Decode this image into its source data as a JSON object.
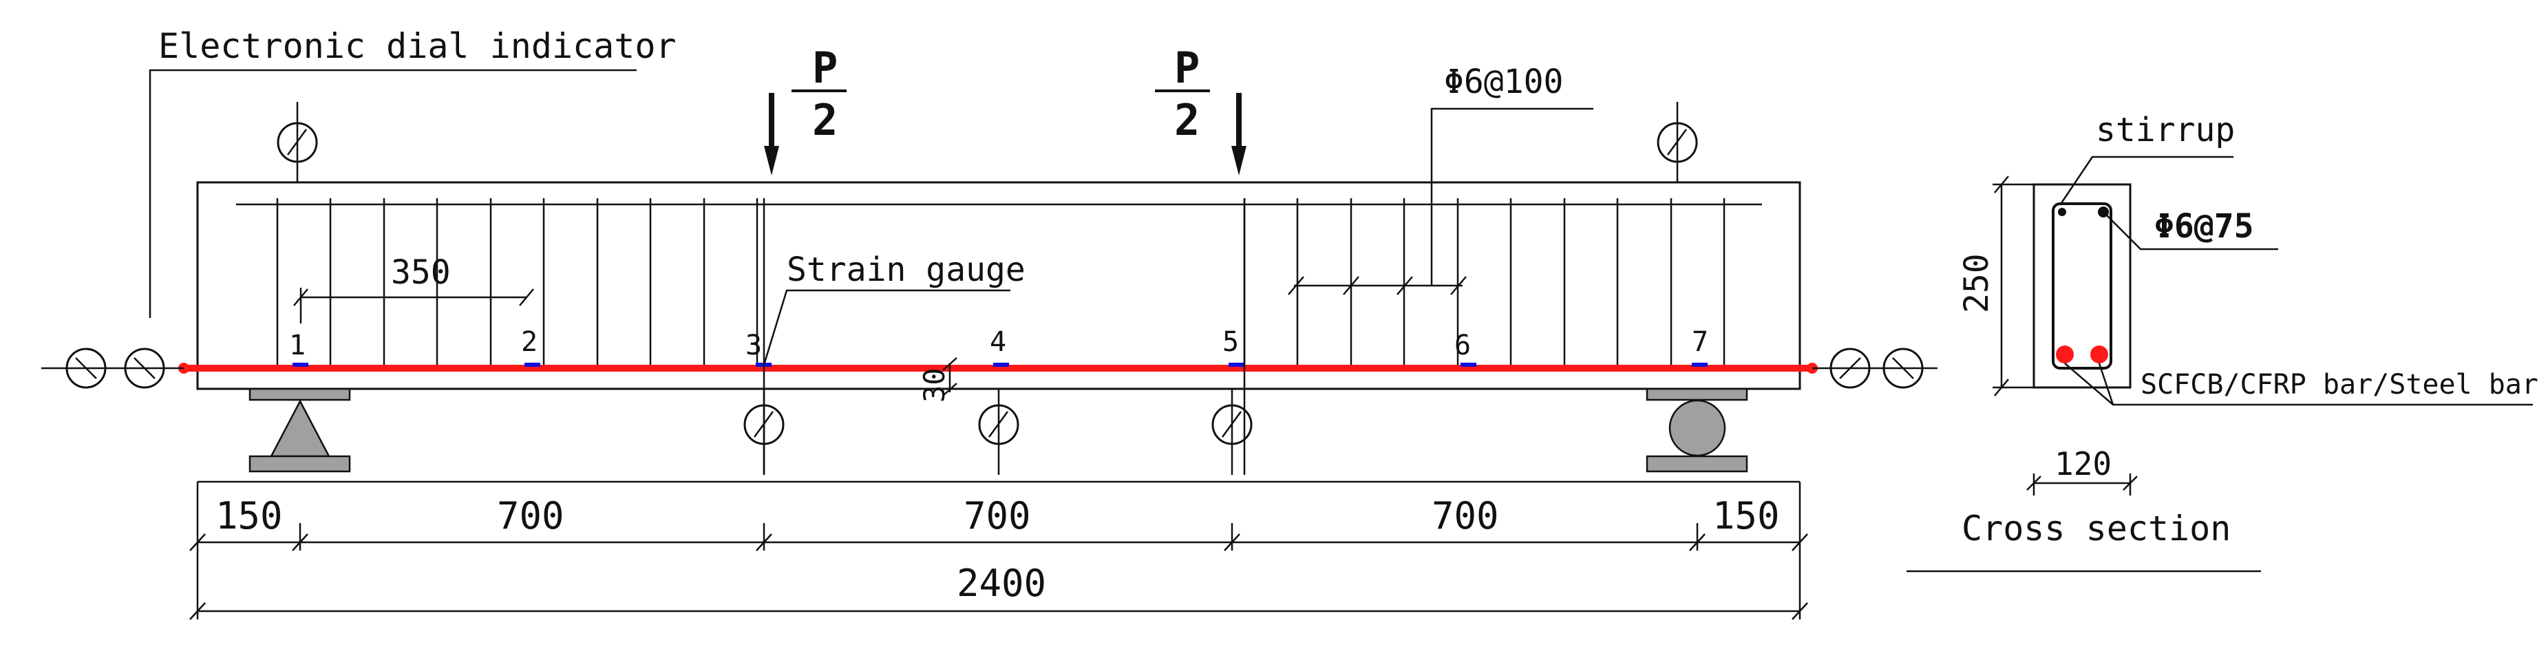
{
  "labels": {
    "dial_indicator": "Electronic dial indicator",
    "load_num": "P",
    "load_den": "2",
    "stirrup_spec_beam": "Φ6@100",
    "strain_gauge": "Strain gauge",
    "gauge_spacing": "350",
    "cover": "30",
    "stirrup": "stirrup",
    "stirrup_spec_section": "Φ6@75",
    "bar_types": "SCFCB/CFRP bar/Steel bar",
    "section_height": "250",
    "section_width": "120",
    "cross_section": "Cross section"
  },
  "gauges": [
    "1",
    "2",
    "3",
    "4",
    "5",
    "6",
    "7"
  ],
  "dimensions": {
    "segments": [
      "150",
      "700",
      "700",
      "700",
      "150"
    ],
    "total": "2400"
  },
  "colors": {
    "line": "#111111",
    "rebar": "#ff1a1a",
    "gauge": "#1010dd",
    "support": "#a0a0a0"
  }
}
